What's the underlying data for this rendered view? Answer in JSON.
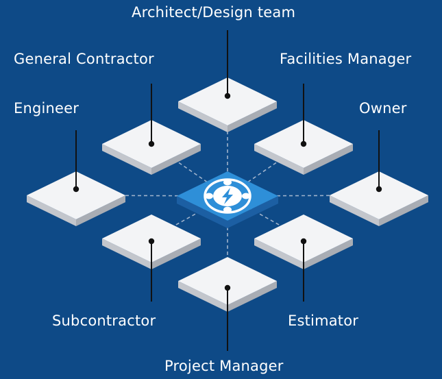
{
  "colors": {
    "background": "#0e4a87",
    "tile_top": "#f3f4f6",
    "tile_left_side": "#c3c6cc",
    "tile_right_side": "#a9adb4",
    "connector": "#9fb3cc",
    "hub_top": "#2e8fd8",
    "hub_side": "#1c5fa3",
    "label_text": "#ffffff"
  },
  "hub": {
    "icon": "lightning-bolt-logo-icon"
  },
  "roles": [
    {
      "id": "architect-design-team",
      "label": "Architect/Design team"
    },
    {
      "id": "general-contractor",
      "label": "General Contractor"
    },
    {
      "id": "facilities-manager",
      "label": "Facilities Manager"
    },
    {
      "id": "engineer",
      "label": "Engineer"
    },
    {
      "id": "owner",
      "label": "Owner"
    },
    {
      "id": "subcontractor",
      "label": "Subcontractor"
    },
    {
      "id": "estimator",
      "label": "Estimator"
    },
    {
      "id": "project-manager",
      "label": "Project Manager"
    }
  ]
}
